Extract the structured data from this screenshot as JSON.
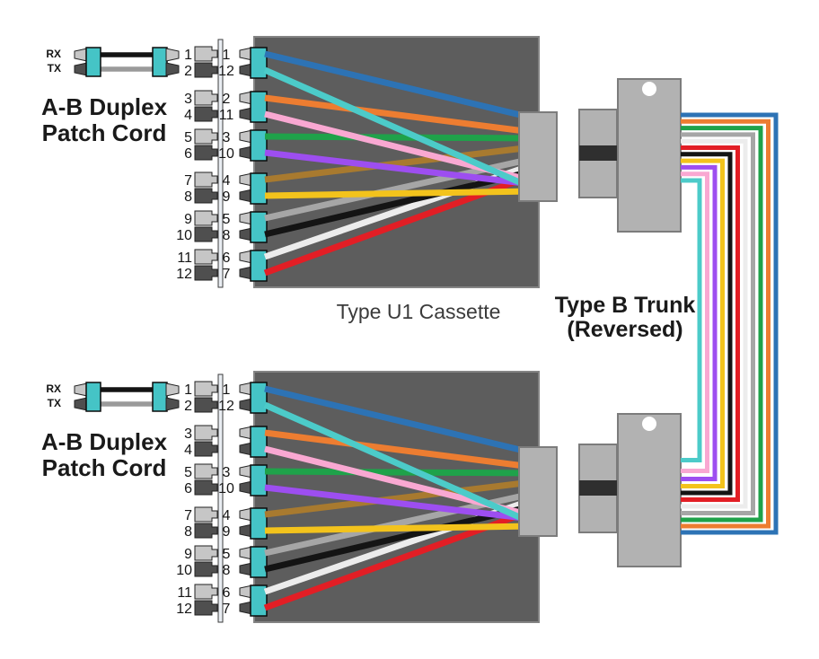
{
  "patch_cords": [
    {
      "rx": "RX",
      "tx": "TX",
      "label_line1": "A-B Duplex",
      "label_line2": "Patch Cord"
    },
    {
      "rx": "RX",
      "tx": "TX",
      "label_line1": "A-B Duplex",
      "label_line2": "Patch Cord"
    }
  ],
  "cassettes": [
    {
      "label": "Type U1 Cassette",
      "left_port_numbers": [
        "1",
        "2",
        "3",
        "4",
        "5",
        "6",
        "7",
        "8",
        "9",
        "10",
        "11",
        "12"
      ],
      "right_port_numbers": [
        "1",
        "12",
        "2",
        "11",
        "3",
        "10",
        "4",
        "9",
        "5",
        "8",
        "6",
        "7"
      ]
    },
    {
      "label": "",
      "left_port_numbers": [
        "1",
        "2",
        "3",
        "4",
        "5",
        "6",
        "7",
        "8",
        "9",
        "10",
        "11",
        "12"
      ],
      "right_port_numbers": [
        "1",
        "12",
        "",
        "",
        "3",
        "10",
        "4",
        "9",
        "5",
        "8",
        "6",
        "7"
      ]
    }
  ],
  "trunk": {
    "label_line1": "Type B Trunk",
    "label_line2": "(Reversed)",
    "line_colors_top_to_bottom": [
      "blue",
      "orange",
      "green",
      "slate",
      "white",
      "red",
      "black",
      "yellow",
      "violet",
      "rose",
      "aqua"
    ]
  },
  "fiber_colors": {
    "blue": "#2d73b5",
    "orange": "#ed7d31",
    "green": "#1fa24a",
    "brown": "#a87a2f",
    "slate": "#a6a6a6",
    "white": "#ececec",
    "red": "#e21e25",
    "black": "#141414",
    "yellow": "#f3c31c",
    "violet": "#9d4ef0",
    "rose": "#f9a8d2",
    "aqua": "#4ccbc9"
  },
  "cassette_fiber_order_by_pair": [
    [
      "blue",
      "aqua"
    ],
    [
      "orange",
      "rose"
    ],
    [
      "green",
      "violet"
    ],
    [
      "brown",
      "yellow"
    ],
    [
      "slate",
      "black"
    ],
    [
      "white",
      "red"
    ]
  ],
  "cassette_fiber_end_offsets": {
    "blue": 6,
    "orange": 22,
    "green": 29,
    "brown": 39,
    "slate": 52,
    "white": 59,
    "black": 66,
    "red": 71,
    "rose": 76,
    "violet": 80,
    "aqua": 84,
    "yellow": 88
  },
  "patch_fiber_colors": {
    "rx": "#141414",
    "tx": "#9a9a9a"
  },
  "connector_color": "#45c4c6",
  "cassette_fill": "#5d5d5d",
  "block_fill": "#b2b2b2"
}
